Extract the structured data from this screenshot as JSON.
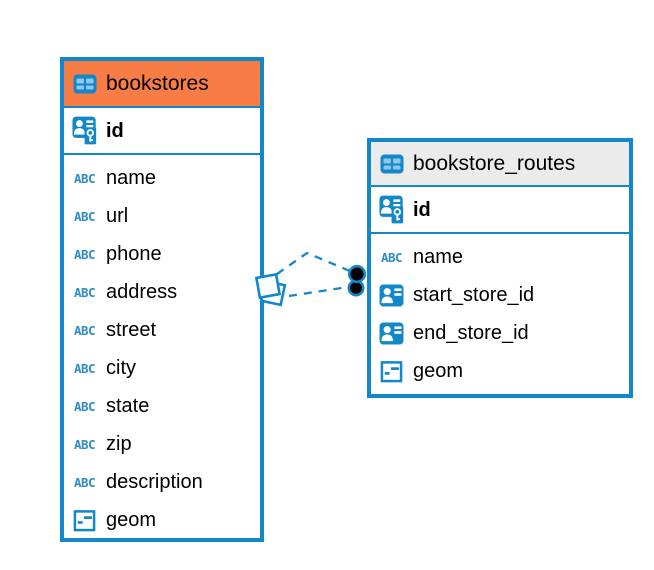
{
  "icons": {
    "text_type_glyph": "ABC"
  },
  "colors": {
    "table_border_blue": "#1287c9",
    "icon_blue": "#1287c9",
    "icon_cell_light_blue": "#8fc6ea",
    "bookstores_header_orange": "#f87c45",
    "routes_header_gray": "#ebebeb",
    "connector_blue": "#1287c9",
    "endpoint_dot_black": "#000000",
    "text_black": "#000000",
    "background_white": "#ffffff"
  },
  "tables": [
    {
      "name": "bookstores",
      "header_color": "#f87c45",
      "primary_keys": [
        {
          "name": "id",
          "icon": "primary-key-icon"
        }
      ],
      "columns": [
        {
          "name": "name",
          "icon": "text-type-icon"
        },
        {
          "name": "url",
          "icon": "text-type-icon"
        },
        {
          "name": "phone",
          "icon": "text-type-icon"
        },
        {
          "name": "address",
          "icon": "text-type-icon"
        },
        {
          "name": "street",
          "icon": "text-type-icon"
        },
        {
          "name": "city",
          "icon": "text-type-icon"
        },
        {
          "name": "state",
          "icon": "text-type-icon"
        },
        {
          "name": "zip",
          "icon": "text-type-icon"
        },
        {
          "name": "description",
          "icon": "text-type-icon"
        },
        {
          "name": "geom",
          "icon": "geometry-type-icon"
        }
      ]
    },
    {
      "name": "bookstore_routes",
      "header_color": "#ebebeb",
      "primary_keys": [
        {
          "name": "id",
          "icon": "primary-key-icon"
        }
      ],
      "columns": [
        {
          "name": "name",
          "icon": "text-type-icon"
        },
        {
          "name": "start_store_id",
          "icon": "reference-type-icon"
        },
        {
          "name": "end_store_id",
          "icon": "reference-type-icon"
        },
        {
          "name": "geom",
          "icon": "geometry-type-icon"
        }
      ]
    }
  ],
  "relationship": {
    "from_table": "bookstores",
    "to_table": "bookstore_routes",
    "line_style": "dashed",
    "line_count": 2,
    "source_marker": "overlapping-squares",
    "target_marker": "double-black-dot"
  }
}
